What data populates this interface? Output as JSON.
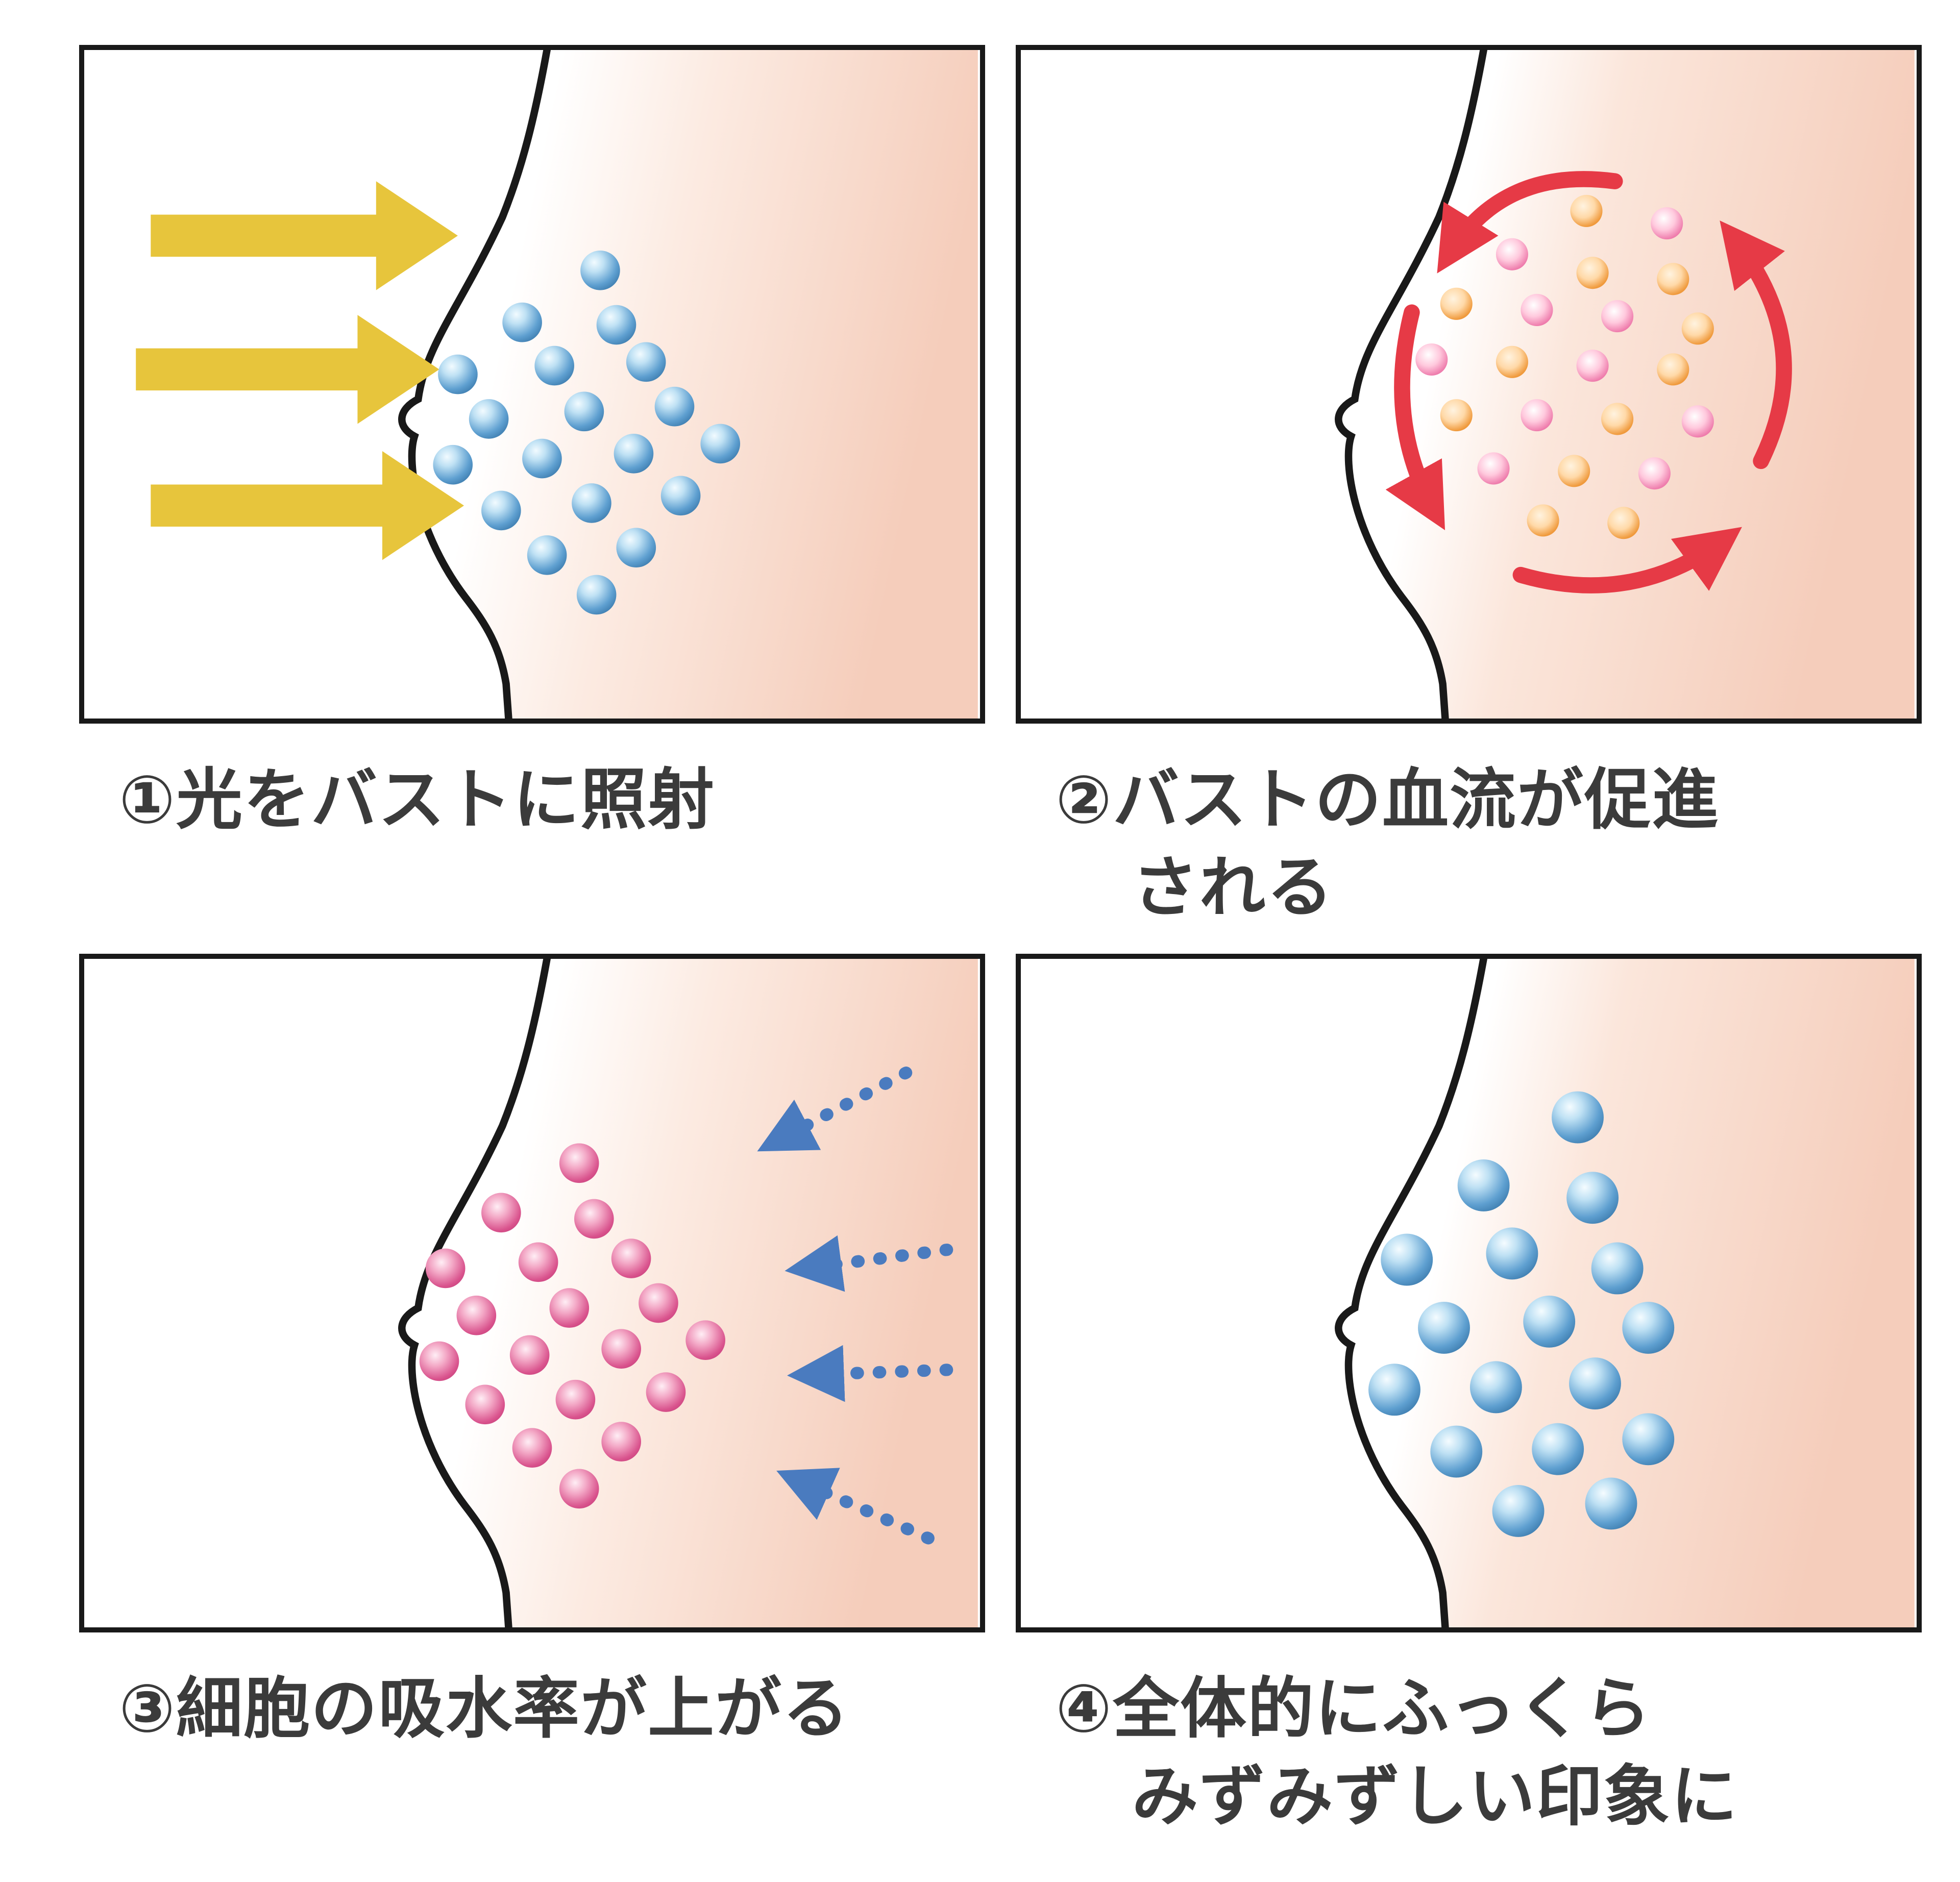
{
  "panels": [
    {
      "id": "step-1",
      "caption_line1": "①光をバストに照射",
      "caption_line2": ""
    },
    {
      "id": "step-2",
      "caption_line1": "②バストの血流が促進",
      "caption_line2": "される"
    },
    {
      "id": "step-3",
      "caption_line1": "③細胞の吸水率が上がる",
      "caption_line2": ""
    },
    {
      "id": "step-4",
      "caption_line1": "④全体的にふっくら",
      "caption_line2": "みずみずしい印象に"
    }
  ],
  "colors": {
    "light_arrow_yellow": "#e7c53c",
    "blood_flow_red": "#e63a46",
    "cell_blue": "#4d8fc9",
    "cell_pink": "#d9538d",
    "cell_orange": "#f09b3e",
    "cell_pink_small": "#ef7fae",
    "absorption_arrow_blue": "#4a7bbf",
    "skin_peach": "#f5cdbb",
    "outline_black": "#191919",
    "caption_text": "#3b3b3b"
  },
  "icons": {
    "light-arrow": "thick-right-arrow",
    "blood-flow-arrow": "curved-red-arrow",
    "absorption-arrow": "dotted-blue-left-arrow",
    "cell-dot": "sphere-bead"
  }
}
